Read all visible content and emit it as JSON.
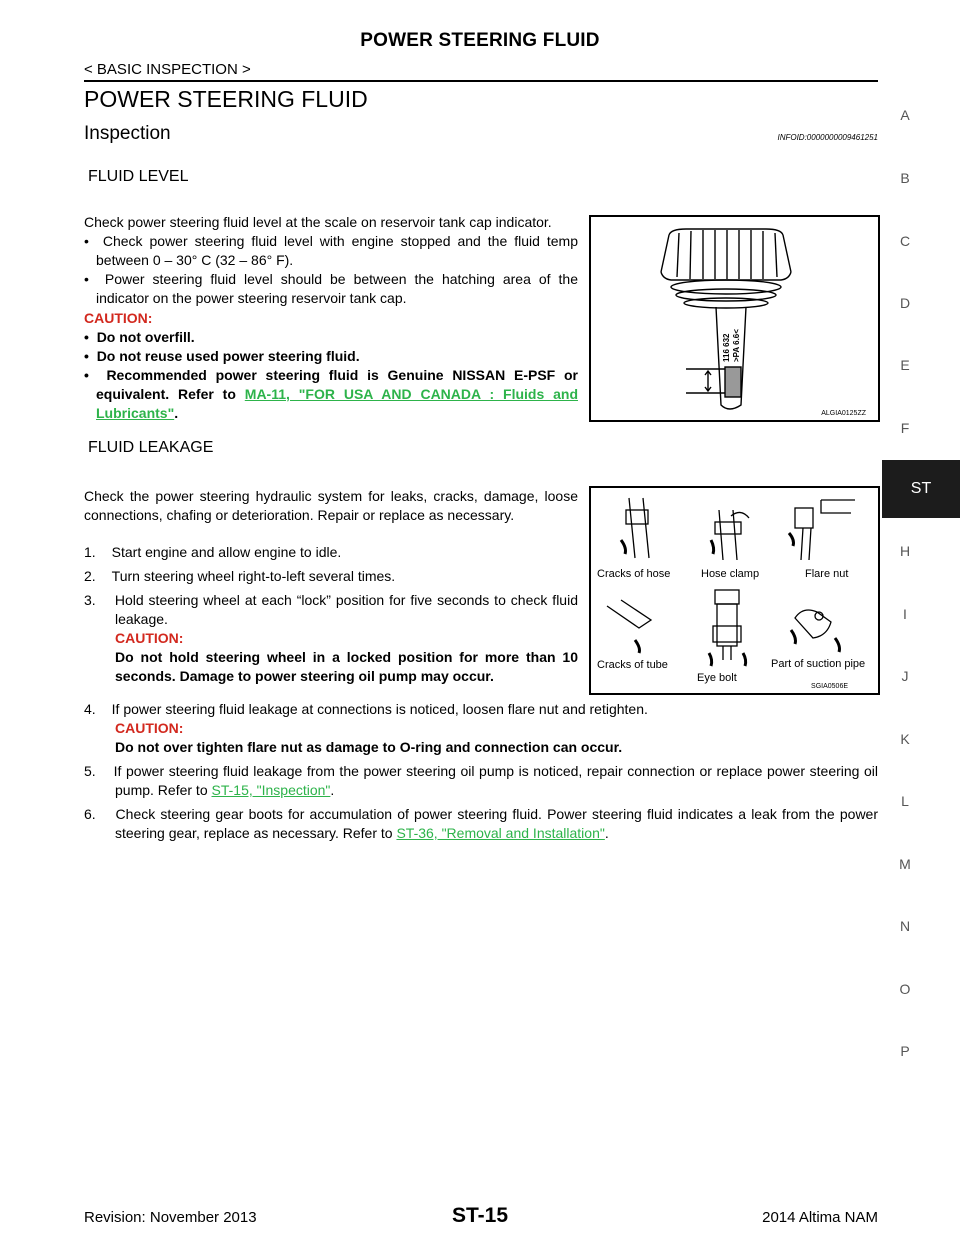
{
  "header": {
    "title": "POWER STEERING FLUID",
    "subtitle": "< BASIC INSPECTION >"
  },
  "main": {
    "title": "POWER STEERING FLUID",
    "section": "Inspection",
    "infoid": "INFOID:0000000009461251"
  },
  "fluid_level": {
    "heading": "FLUID LEVEL",
    "intro": "Check power steering fluid level at the scale on reservoir tank cap indicator.",
    "bullets": [
      "Check power steering fluid level with engine stopped and the fluid temp between 0 – 30° C (32 – 86° F).",
      "Power steering fluid level should be between the hatching area of the indicator on the power steering reservoir tank cap."
    ],
    "caution_label": "CAUTION:",
    "cautions": [
      "Do not overfill.",
      "Do not reuse used power steering fluid."
    ],
    "caution3_prefix": "Recommended power steering fluid is Genuine NISSAN E-PSF or equivalent. Refer to ",
    "caution3_link": "MA-11, \"FOR USA AND CANADA : Fluids and Lubricants\"",
    "caution3_suffix": ".",
    "figure_id": "ALGIA0125ZZ"
  },
  "fluid_leakage": {
    "heading": "FLUID LEAKAGE",
    "intro": "Check the power steering hydraulic system for leaks, cracks, damage, loose connections, chafing or deterioration. Repair or replace as necessary.",
    "steps": [
      {
        "num": "1.",
        "text": "Start engine and allow engine to idle."
      },
      {
        "num": "2.",
        "text": "Turn steering wheel right-to-left several times."
      },
      {
        "num": "3.",
        "text": "Hold steering wheel at each “lock” position for five seconds to check fluid leakage."
      }
    ],
    "step3_caution_label": "CAUTION:",
    "step3_caution": "Do not hold steering wheel in a locked position for more than 10 seconds. Damage to power steering oil pump may occur.",
    "step4": {
      "num": "4.",
      "text": "If power steering fluid leakage at connections is noticed, loosen flare nut and retighten."
    },
    "step4_caution_label": "CAUTION:",
    "step4_caution": "Do not over tighten flare nut as damage to O-ring and connection can occur.",
    "step5": {
      "num": "5.",
      "prefix": "If power steering fluid leakage from the power steering oil pump is noticed, repair connection or replace power steering oil pump. Refer to ",
      "link": "ST-15, \"Inspection\"",
      "suffix": "."
    },
    "step6": {
      "num": "6.",
      "prefix": "Check steering gear boots for accumulation of power steering fluid. Power steering fluid indicates a leak from the power steering gear, replace as necessary. Refer to ",
      "link": "ST-36, \"Removal and Installation\"",
      "suffix": "."
    },
    "figure": {
      "labels": [
        "Cracks of hose",
        "Hose clamp",
        "Flare nut",
        "Cracks of tube",
        "Eye bolt",
        "Part of suction pipe"
      ],
      "id": "SGIA0506E"
    }
  },
  "sidebar": {
    "letters": [
      "A",
      "B",
      "C",
      "D",
      "E",
      "F",
      "ST",
      "H",
      "I",
      "J",
      "K",
      "L",
      "M",
      "N",
      "O",
      "P"
    ],
    "active": "ST"
  },
  "footer": {
    "revision": "Revision: November 2013",
    "page": "ST-15",
    "model": "2014 Altima NAM"
  }
}
